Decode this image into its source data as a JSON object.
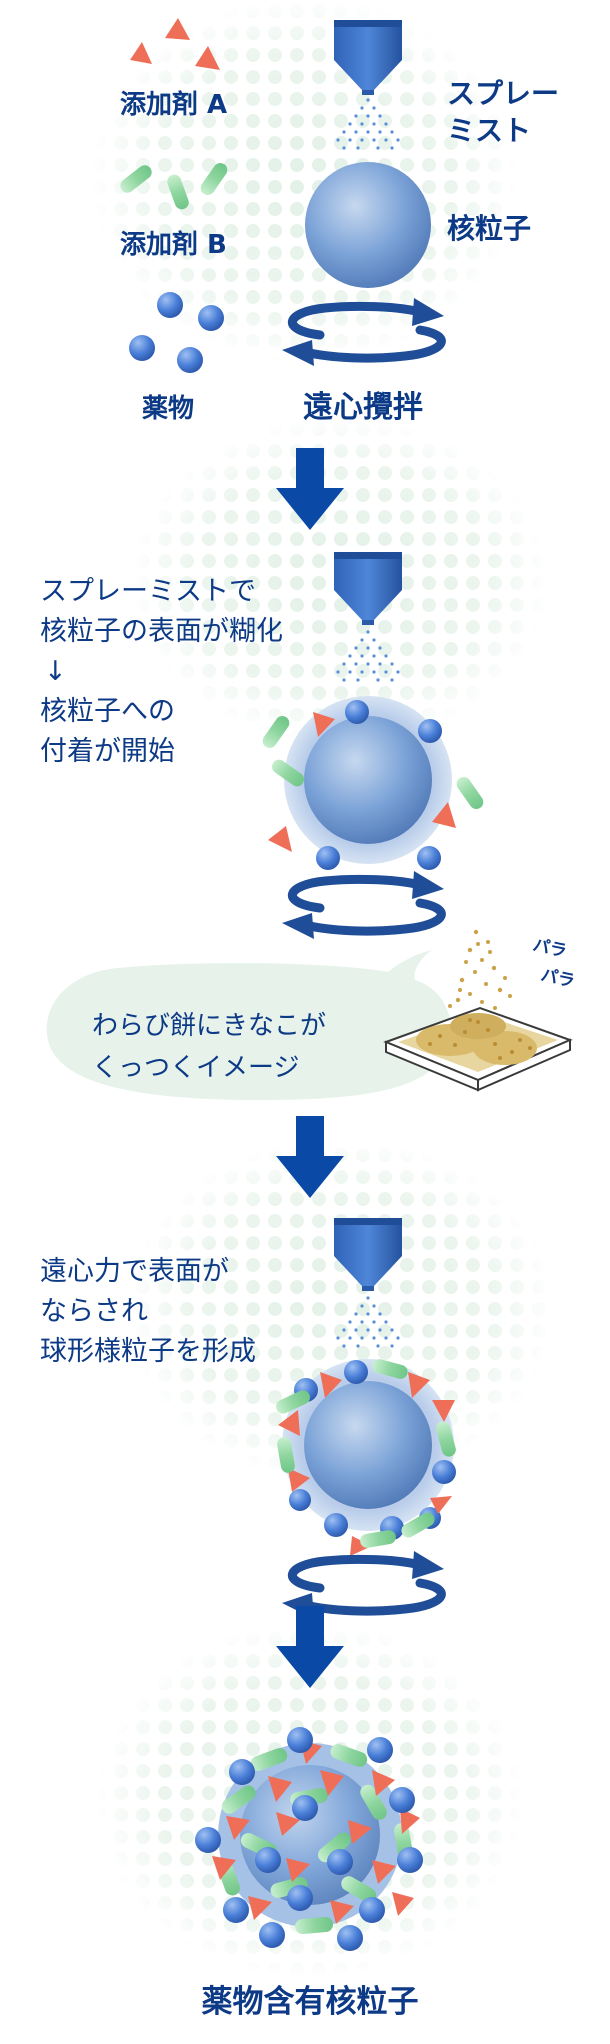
{
  "stage1": {
    "additive_a": "添加剤 A",
    "additive_b": "添加剤 B",
    "drug": "薬物",
    "spray_line1": "スプレー",
    "spray_line2": "ミスト",
    "core": "核粒子",
    "stir": "遠心攪拌"
  },
  "stage2": {
    "line1": "スプレーミストで",
    "line2": "核粒子の表面が糊化",
    "line3": "↓",
    "line4": "核粒子への",
    "line5": "付着が開始"
  },
  "bubble": {
    "line1": "わらび餅にきなこが",
    "line2": "くっつくイメージ",
    "para1": "パラ",
    "para2": "パラ"
  },
  "stage3": {
    "line1": "遠心力で表面が",
    "line2": "ならされ",
    "line3": "球形様粒子を形成"
  },
  "stage4": {
    "title": "薬物含有核粒子"
  },
  "colors": {
    "navy": "#0d3a86",
    "arrow": "#0a4aa6",
    "core": "#7aa2d6",
    "drug": "#4a7fd8",
    "additive_a": "#ef6e58",
    "additive_b": "#8fd6a0",
    "background_dots": "#e6f2ea"
  }
}
